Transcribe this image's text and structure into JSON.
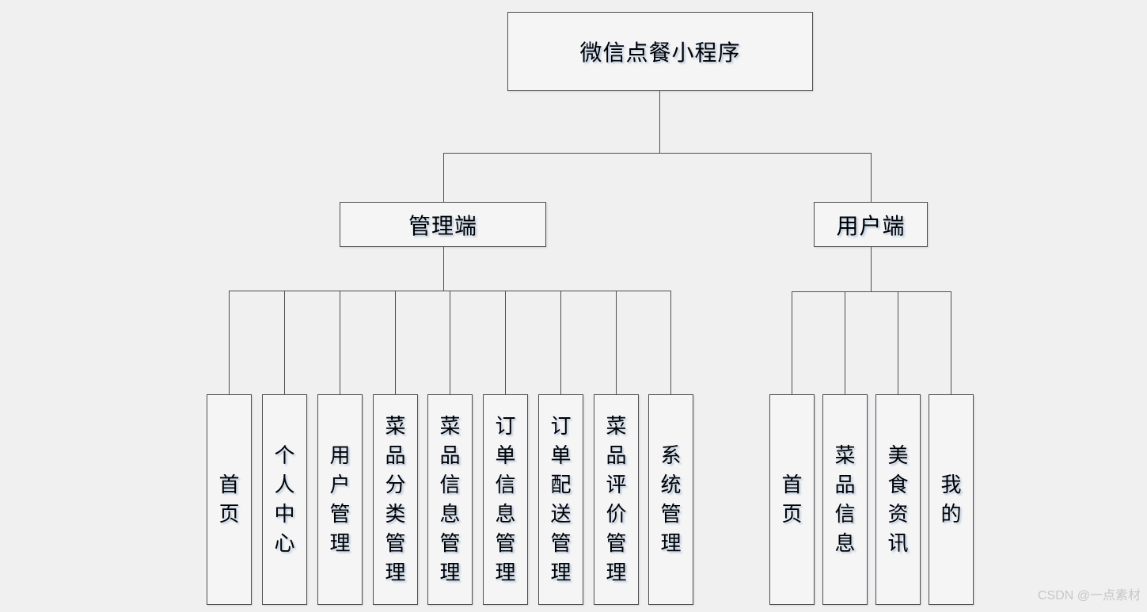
{
  "page": {
    "watermark": "CSDN @一点素材",
    "background_color": "#f0f0f1",
    "line_color": "#4f4f52",
    "box_fill_color": "#f5f5f6",
    "box_border_color": "#4f4f52",
    "text_color": "#000000"
  },
  "diagram": {
    "root": {
      "label": "微信点餐小程序"
    },
    "branches": [
      {
        "label": "管理端",
        "children": [
          "首页",
          "个人中心",
          "用户管理",
          "菜品分类管理",
          "菜品信息管理",
          "订单信息管理",
          "订单配送管理",
          "菜品评价管理",
          "系统管理"
        ]
      },
      {
        "label": "用户端",
        "children": [
          "首页",
          "菜品信息",
          "美食资讯",
          "我的"
        ]
      }
    ]
  }
}
